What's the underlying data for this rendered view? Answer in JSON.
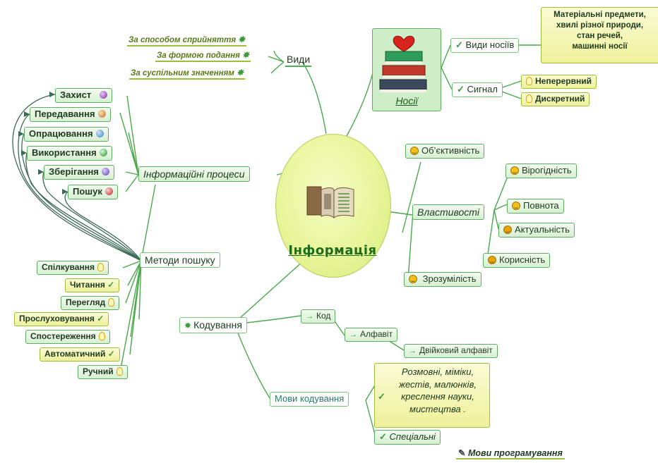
{
  "center": {
    "title": "Інформація"
  },
  "vydy": {
    "label": "Види",
    "items": [
      "За способом сприйняття",
      "За формою подання",
      "За суспільним значенням"
    ]
  },
  "nosii": {
    "label": "Носії",
    "vydy_nosiiv": "Види носіїв",
    "vydy_nosiiv_desc": [
      "Матеріальні предмети,",
      "хвилі різної природи,",
      "стан речей,",
      "машинні носії"
    ],
    "syhnal": "Сигнал",
    "syhnal_items": [
      "Неперервний",
      "Дискретний"
    ]
  },
  "processes": {
    "label": "Інформаційні процеси",
    "items": [
      "Захист",
      "Передавання",
      "Опрацювання",
      "Використання",
      "Зберігання",
      "Пошук"
    ]
  },
  "methods": {
    "label": "Методи пошуку",
    "items": [
      "Спілкування",
      "Читання",
      "Перегляд",
      "Прослуховування",
      "Спостереження",
      "Автоматичний",
      "Ручний"
    ]
  },
  "properties": {
    "label": "Властивості",
    "items": [
      "Об’єктивність",
      "Вірогідність",
      "Повнота",
      "Актуальність",
      "Корисність",
      "Зрозумілість"
    ]
  },
  "coding": {
    "label": "Кодування",
    "kod": "Код",
    "alphabet": "Алфавіт",
    "binary": "Двійковий алфавіт",
    "langs": "Мови кодування",
    "langs_desc": [
      "Розмовні, міміки,",
      "жестів, малюнків,",
      "креслення науки,",
      "мистецтва ."
    ],
    "special": "Спеціальні",
    "programming": "Мови програмування"
  },
  "colors": {
    "accent": "#4caf50",
    "center_fill": "#e8f59a",
    "yellow_box": "#f0f39e",
    "green_box": "#d7f0d2"
  }
}
